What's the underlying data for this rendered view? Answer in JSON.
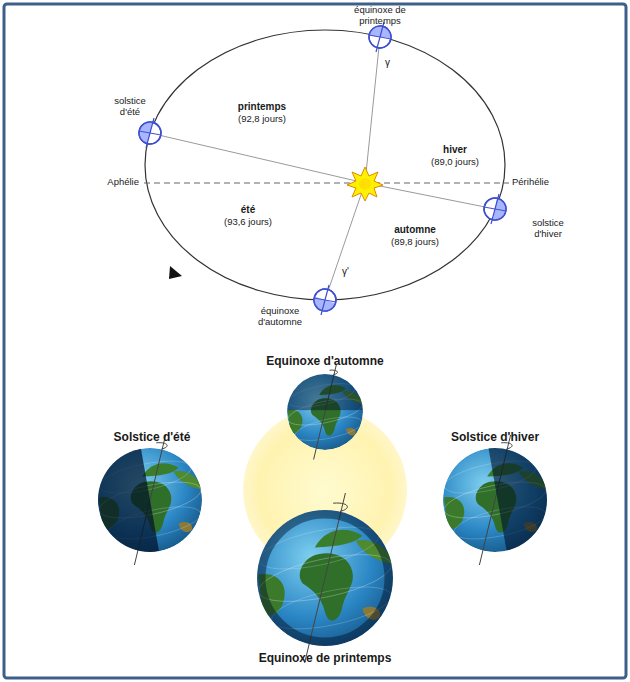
{
  "diagram": {
    "labels": [
      "équinoxe de printemps",
      "γ",
      "printemps",
      "(92,8 jours)",
      "solstice d'été",
      "hiver",
      "(89,0 jours)",
      "Aphélie",
      "Périhélie",
      "été",
      "(93,6 jours)",
      "automne",
      "(89,8 jours)",
      "solstice d'hiver",
      "γ'",
      "équinoxe d'automne",
      "Equinoxe d'automne",
      "Solstice d'été",
      "Solstice d'hiver",
      "Equinoxe de printemps"
    ]
  }
}
